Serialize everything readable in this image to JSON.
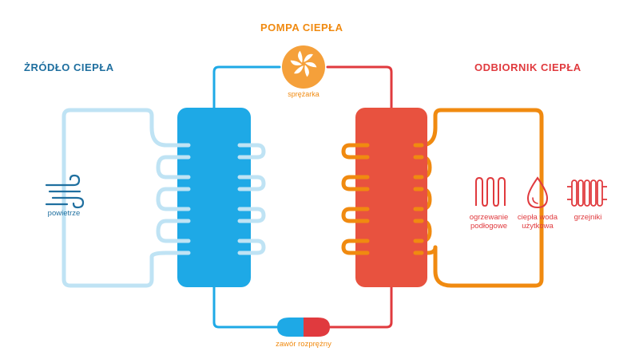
{
  "headings": {
    "source": "ŻRÓDŁO CIEPŁA",
    "pump": "POMPA CIEPŁA",
    "receiver": "ODBIORNIK CIEPŁA"
  },
  "labels": {
    "air": "powietrze",
    "compressor": "sprężarka",
    "valve": "zawór rozprężny",
    "floor_heating_line1": "ogrzewanie",
    "floor_heating_line2": "podłogowe",
    "hot_water_line1": "ciepła woda",
    "hot_water_line2": "użytkowa",
    "radiators": "grzejniki"
  },
  "icons": {
    "air": "wind-icon",
    "compressor": "fan-icon",
    "floor_heating": "floor-heating-icon",
    "hot_water": "water-drop-icon",
    "radiators": "radiator-icon"
  },
  "colors": {
    "dark_blue": "#1f6f9f",
    "light_blue": "#bfe3f4",
    "blue": "#1ea9e6",
    "red": "#e03a3e",
    "red_block": "#e8523f",
    "orange": "#f08a10",
    "pump_orange": "#f5a03a"
  }
}
